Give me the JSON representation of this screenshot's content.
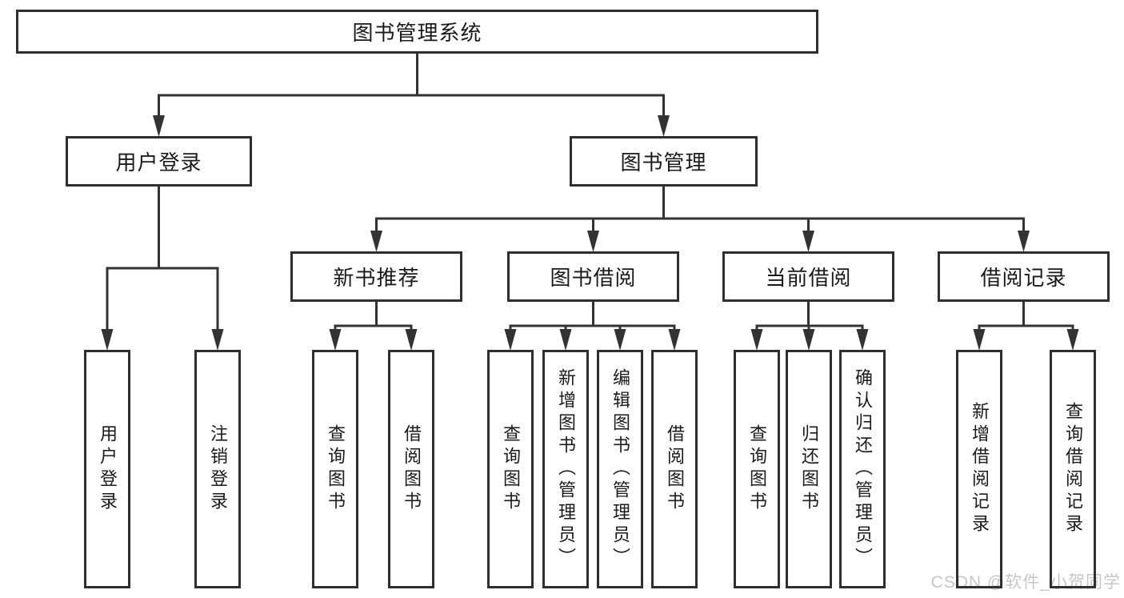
{
  "diagram": {
    "root": {
      "label": "图书管理系统"
    },
    "branches": [
      {
        "label": "用户登录",
        "children": [
          {
            "label": "用户登录"
          },
          {
            "label": "注销登录"
          }
        ]
      },
      {
        "label": "图书管理",
        "children": [
          {
            "label": "新书推荐",
            "children": [
              {
                "label": "查询图书"
              },
              {
                "label": "借阅图书"
              }
            ]
          },
          {
            "label": "图书借阅",
            "children": [
              {
                "label": "查询图书"
              },
              {
                "label": "新增图书（管理员）"
              },
              {
                "label": "编辑图书（管理员）"
              },
              {
                "label": "借阅图书"
              }
            ]
          },
          {
            "label": "当前借阅",
            "children": [
              {
                "label": "查询图书"
              },
              {
                "label": "归还图书"
              },
              {
                "label": "确认归还（管理员）"
              }
            ]
          },
          {
            "label": "借阅记录",
            "children": [
              {
                "label": "新增借阅记录"
              },
              {
                "label": "查询借阅记录"
              }
            ]
          }
        ]
      }
    ]
  },
  "watermark": {
    "text": "CSDN @软件_小贺同学"
  },
  "colors": {
    "line": "#333333",
    "box_border": "#2f2f2f",
    "box_fill": "#ffffff",
    "text": "#1a1a1a",
    "watermark": "#c6c6c6",
    "background": "#ffffff"
  }
}
